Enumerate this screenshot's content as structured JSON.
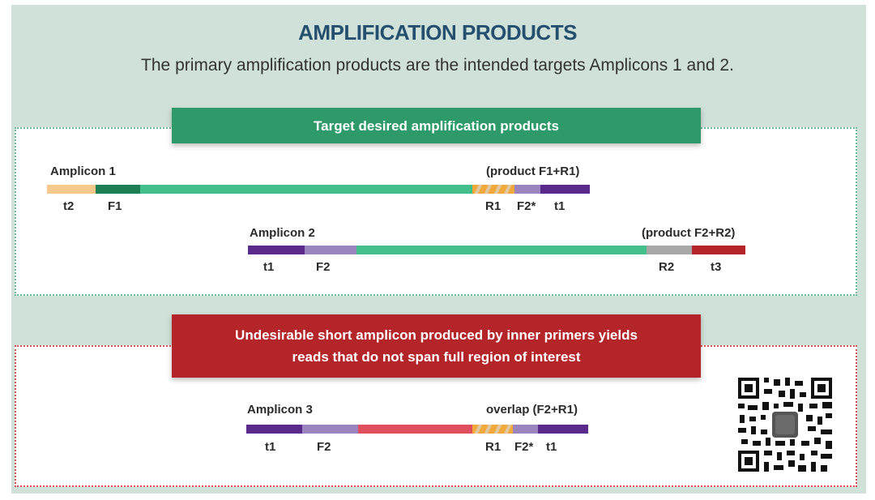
{
  "title": "AMPLIFICATION PRODUCTS",
  "subtitle": "The primary amplification products are the intended targets Amplicons 1 and 2.",
  "section1": {
    "banner": "Target desired amplification products",
    "amplicon1": {
      "name": "Amplicon 1",
      "product": "(product F1+R1)",
      "labels": {
        "t2": "t2",
        "f1": "F1",
        "r1": "R1",
        "f2star": "F2*",
        "t1": "t1"
      }
    },
    "amplicon2": {
      "name": "Amplicon 2",
      "product": "(product F2+R2)",
      "labels": {
        "t1": "t1",
        "f2": "F2",
        "r2": "R2",
        "t3": "t3"
      }
    }
  },
  "section2": {
    "banner_line1": "Undesirable short amplicon produced by inner primers yields",
    "banner_line2": "reads that do not span full region of interest",
    "amplicon3": {
      "name": "Amplicon 3",
      "product": "overlap (F2+R1)",
      "labels": {
        "t1": "t1",
        "f2": "F2",
        "r1": "R1",
        "f2star": "F2*",
        "t1b": "t1"
      }
    }
  },
  "colors": {
    "t2": "#f5c98c",
    "f1": "#1e7f55",
    "insert": "#43bf8c",
    "primer_r1": "#f2a93b",
    "f2": "#9b85be",
    "t1": "#5a2a8a",
    "r2": "#a8a8a8",
    "t3": "#b4252a",
    "short_insert": "#e0505c"
  },
  "qr_icon": "qr-code"
}
